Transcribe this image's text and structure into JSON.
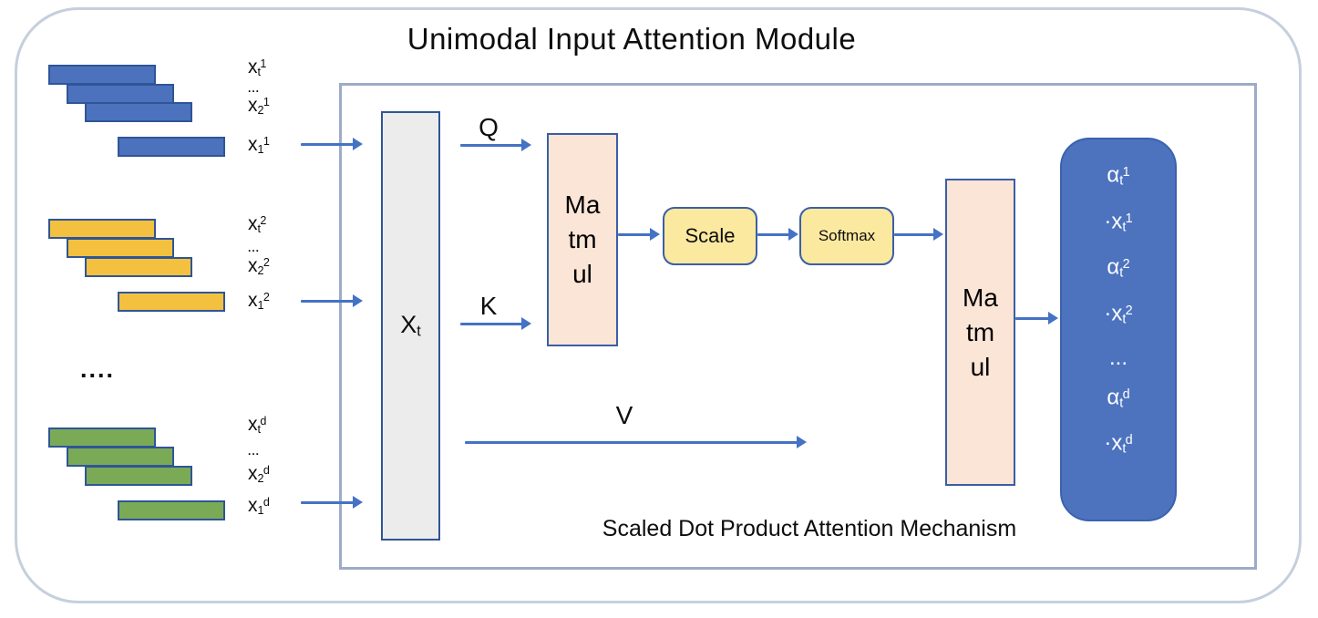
{
  "title": "Unimodal Input Attention Module",
  "caption": "Scaled Dot Product Attention Mechanism",
  "colors": {
    "modality1_fill": "#4c72be",
    "modality2_fill": "#f3c13f",
    "modality3_fill": "#7baa57",
    "bar_border": "#2f5597",
    "matmul_fill": "#fbe5d6",
    "scale_softmax_fill": "#fce9a0",
    "output_fill": "#4d73be",
    "xt_fill": "#ececec",
    "arrow": "#4472c4",
    "outer_border": "#c5cfde",
    "inner_border": "#9dabc9"
  },
  "groups": [
    {
      "labels": [
        {
          "base": "x",
          "sub": "t",
          "sup": "1"
        },
        {
          "base": "..."
        },
        {
          "base": "x",
          "sub": "2",
          "sup": "1"
        },
        {
          "base": "x",
          "sub": "1",
          "sup": "1"
        }
      ]
    },
    {
      "labels": [
        {
          "base": "x",
          "sub": "t",
          "sup": "2"
        },
        {
          "base": "..."
        },
        {
          "base": "x",
          "sub": "2",
          "sup": "2"
        },
        {
          "base": "x",
          "sub": "1",
          "sup": "2"
        }
      ]
    },
    {
      "labels": [
        {
          "base": "x",
          "sub": "t",
          "sup": "d"
        },
        {
          "base": "..."
        },
        {
          "base": "x",
          "sub": "2",
          "sup": "d"
        },
        {
          "base": "x",
          "sub": "1",
          "sup": "d"
        }
      ]
    }
  ],
  "groups_ellipsis": "....",
  "xt": {
    "base": "X",
    "sub": "t"
  },
  "edge_labels": {
    "q": "Q",
    "k": "K",
    "v": "V"
  },
  "matmul1_lines": [
    "Ma",
    "tm",
    "ul"
  ],
  "matmul2_lines": [
    "Ma",
    "tm",
    "ul"
  ],
  "scale_label": "Scale",
  "softmax_label": "Softmax",
  "output_lines": [
    {
      "pre": "α",
      "sub": "t",
      "sup": "1"
    },
    {
      "pre": "·x",
      "sub": "t",
      "sup": "1"
    },
    {
      "pre": "α",
      "sub": "t",
      "sup": "2"
    },
    {
      "pre": "·x",
      "sub": "t",
      "sup": "2"
    },
    {
      "pre": "..."
    },
    {
      "pre": "α",
      "sub": "t",
      "sup": "d"
    },
    {
      "pre": "·x",
      "sub": "t",
      "sup": "d"
    }
  ]
}
